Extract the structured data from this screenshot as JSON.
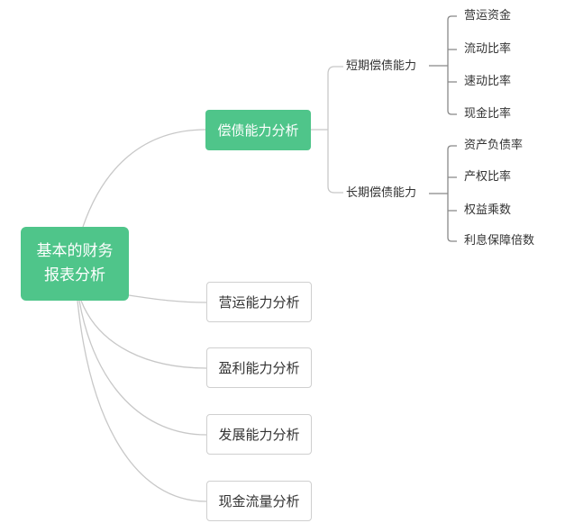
{
  "root": {
    "line1": "基本的财务",
    "line2": "报表分析"
  },
  "branch_solvency": {
    "label": "偿债能力分析",
    "short_term": {
      "label": "短期偿债能力",
      "items": [
        "营运资金",
        "流动比率",
        "速动比率",
        "现金比率"
      ]
    },
    "long_term": {
      "label": "长期偿债能力",
      "items": [
        "资产负债率",
        "产权比率",
        "权益乘数",
        "利息保障倍数"
      ]
    }
  },
  "branches": [
    "营运能力分析",
    "盈利能力分析",
    "发展能力分析",
    "现金流量分析"
  ],
  "colors": {
    "node_green": "#4fc58a",
    "connector": "#c8c8c8",
    "box_border": "#cfcfcf"
  }
}
